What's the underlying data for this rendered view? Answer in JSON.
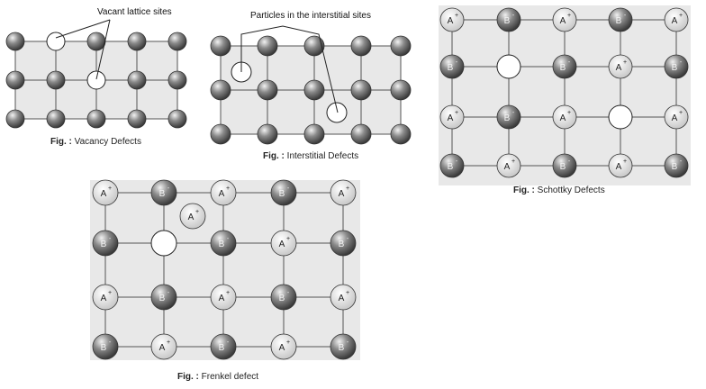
{
  "colors": {
    "panel_fill": "#e8e8e8",
    "grid_line": "#555555",
    "dark_sphere": "#6d6d6d",
    "light_sphere": "#d8d8d8",
    "vacancy": "#ffffff"
  },
  "vacancy": {
    "callout": "Vacant lattice sites",
    "caption_prefix": "Fig. :",
    "caption_text": "Vacancy Defects"
  },
  "interstitial": {
    "callout": "Particles in the interstitial sites",
    "caption_prefix": "Fig. :",
    "caption_text": "Interstitial Defects"
  },
  "schottky": {
    "caption_prefix": "Fig. :",
    "caption_text": "Schottky Defects",
    "lattice": [
      [
        "A+",
        "B-",
        "A+",
        "B-",
        "A+"
      ],
      [
        "B-",
        "",
        "B-",
        "A+",
        "B-"
      ],
      [
        "A+",
        "B-",
        "A+",
        "",
        "A+"
      ],
      [
        "B-",
        "A+",
        "B-",
        "A+",
        "B-"
      ]
    ]
  },
  "frenkel": {
    "caption_prefix": "Fig. :",
    "caption_text": "Frenkel defect",
    "lattice": [
      [
        "A+",
        "B-",
        "A+",
        "B-",
        "A+"
      ],
      [
        "B-",
        "",
        "B-",
        "A+",
        "B-"
      ],
      [
        "A+",
        "B-",
        "A+",
        "B-",
        "A+"
      ],
      [
        "B-",
        "A+",
        "B-",
        "A+",
        "B-"
      ]
    ],
    "interstitial_ion": "A+"
  }
}
